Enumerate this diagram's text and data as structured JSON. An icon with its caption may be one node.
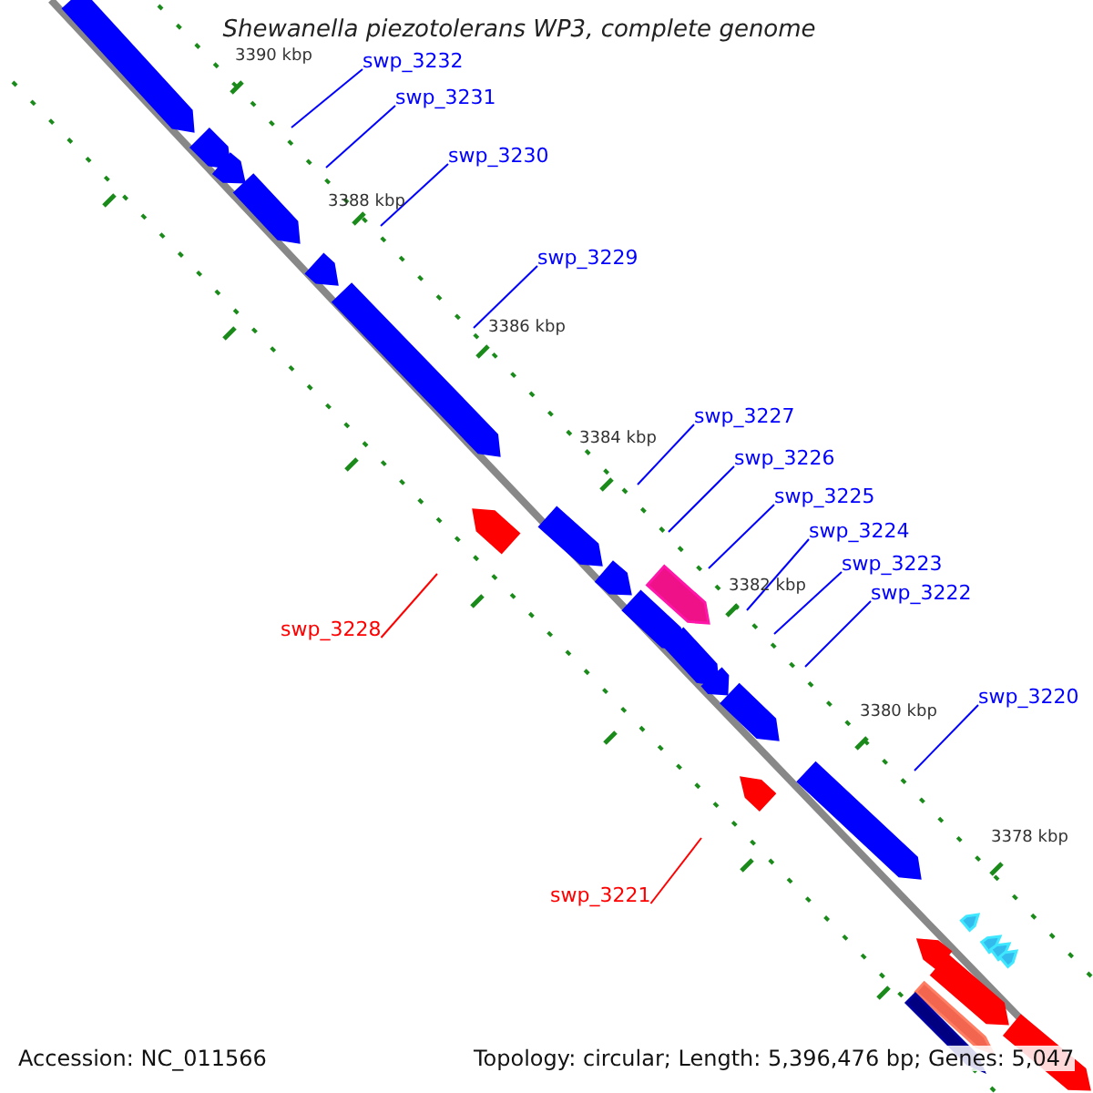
{
  "diagram": {
    "title": "Shewanella piezotolerans WP3, complete genome",
    "nodes": [
      {
        "text": [
          "swp_3232"
        ]
      },
      {
        "text": [
          "swp_3231"
        ]
      },
      {
        "text": [
          "swp_3230"
        ]
      },
      {
        "text": [
          "swp_3229"
        ]
      },
      {
        "text": [
          "swp_3227"
        ]
      },
      {
        "text": [
          "swp_3226"
        ]
      },
      {
        "text": [
          "swp_3225"
        ]
      },
      {
        "text": [
          "swp_3224"
        ]
      },
      {
        "text": [
          "swp_3223"
        ]
      },
      {
        "text": [
          "swp_3222"
        ]
      },
      {
        "text": [
          "swp_3228"
        ]
      },
      {
        "text": [
          "swp_3220"
        ]
      },
      {
        "text": [
          "swp_3221"
        ]
      }
    ],
    "edges": [
      {
        "from": 0,
        "to": null,
        "arrow": "none"
      },
      {
        "from": 1,
        "to": null,
        "arrow": "none"
      },
      {
        "from": 2,
        "to": null,
        "arrow": "none"
      },
      {
        "from": 3,
        "to": null,
        "arrow": "none"
      },
      {
        "from": 4,
        "to": null,
        "arrow": "none"
      },
      {
        "from": 5,
        "to": null,
        "arrow": "none"
      },
      {
        "from": 6,
        "to": null,
        "arrow": "none"
      },
      {
        "from": 7,
        "to": null,
        "arrow": "none"
      },
      {
        "from": 8,
        "to": null,
        "arrow": "none"
      },
      {
        "from": 9,
        "to": null,
        "arrow": "none"
      },
      {
        "from": 10,
        "to": null,
        "arrow": "none",
        "color": "#ff0000"
      },
      {
        "from": 11,
        "to": null,
        "arrow": "none"
      },
      {
        "from": 12,
        "to": null,
        "arrow": "none",
        "color": "#ff0000"
      }
    ],
    "labels": [
      "3390 kbp",
      "3388 kbp",
      "3386 kbp",
      "3384 kbp",
      "3382 kbp",
      "3380 kbp",
      "3378 kbp",
      "Accession: NC_011566",
      "Topology: circular; Length: 5,396,476 bp; Genes: 5,047"
    ]
  }
}
